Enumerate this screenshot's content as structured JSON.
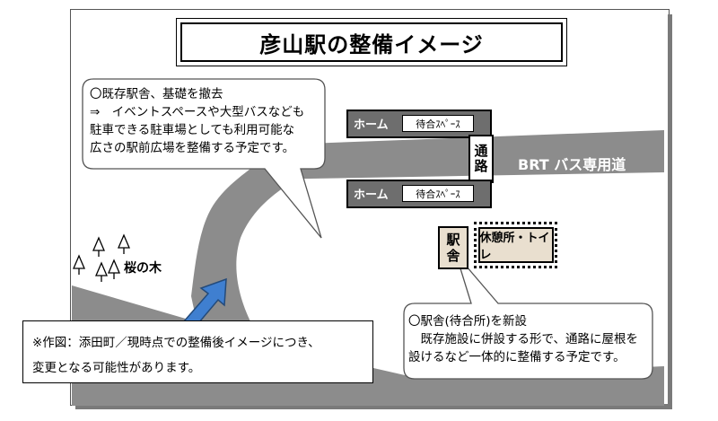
{
  "title": "彦山駅の整備イメージ",
  "callout_top": {
    "lines": [
      "〇既存駅舎、基礎を撤去",
      "⇒　イベントスペースや大型バスなども",
      "駐車できる駐車場としても利用可能な",
      "広さの駅前広場を整備する予定です。"
    ]
  },
  "callout_bottom": {
    "lines": [
      "〇駅舎(待合所)を新設",
      "　既存施設に併設する形で、通路に屋根を",
      "設けるなど一体的に整備する予定です。"
    ]
  },
  "platforms": {
    "top": {
      "home_label": "ホーム",
      "waiting_label": "待合ｽﾍﾟｰｽ"
    },
    "bottom": {
      "home_label": "ホーム",
      "waiting_label": "待合ｽﾍﾟｰｽ"
    },
    "passage_label": "通路"
  },
  "brt_label": "BRT バス専用道",
  "station_label": {
    "line1": "駅",
    "line2": "舎"
  },
  "rest_label": "休憩所・トイレ",
  "tree_label": "桜の木",
  "note": {
    "lines": [
      "※作図：添田町／現時点での整備後イメージにつき、",
      "変更となる可能性があります。"
    ]
  },
  "colors": {
    "road": "#8c8c8c",
    "platform": "#6e6e6e",
    "building_fill": "#e9dfcf",
    "arrow": "#3f7fd0"
  }
}
